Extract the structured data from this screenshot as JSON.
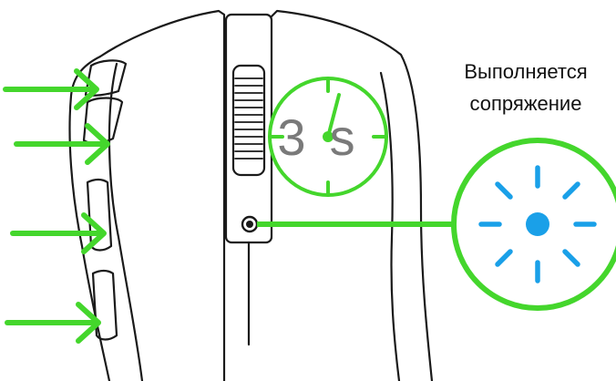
{
  "caption": {
    "line1": "Выполняется",
    "line2": "сопряжение"
  },
  "timer": {
    "label": "3s"
  },
  "icons": {
    "mouse": "mouse-outline-icon",
    "timer": "stopwatch-icon",
    "pairing_light": "led-blink-icon",
    "arrow": "right-arrow-icon"
  },
  "colors": {
    "accent": "#44d62c",
    "led": "#1aa0e8",
    "outline": "#1a1a1a"
  }
}
